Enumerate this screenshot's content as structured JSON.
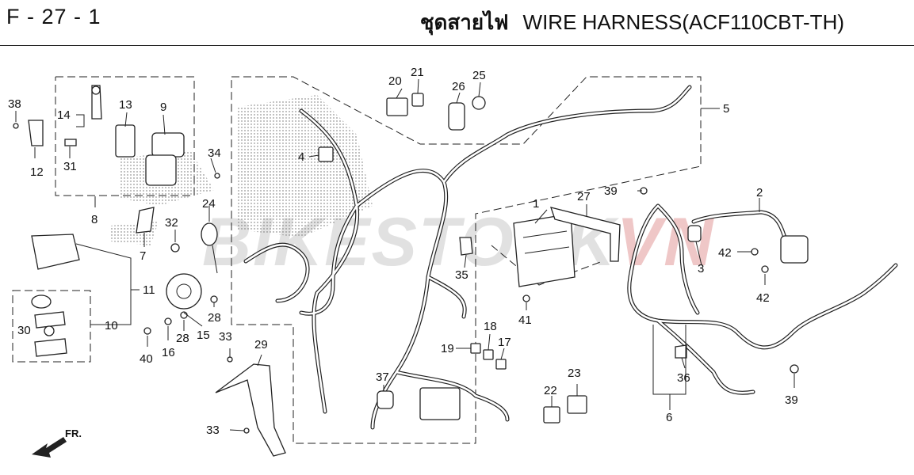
{
  "header": {
    "page_code": "F - 27 - 1",
    "title_thai": "ชุดสายไฟ",
    "title_en": "WIRE HARNESS(ACF110CBT-TH)"
  },
  "watermark": {
    "main": "BIKESTOCK",
    "suffix": "VN"
  },
  "direction_label": "FR.",
  "callouts": [
    "1",
    "2",
    "3",
    "4",
    "5",
    "6",
    "7",
    "8",
    "9",
    "10",
    "11",
    "12",
    "13",
    "14",
    "15",
    "16",
    "17",
    "18",
    "19",
    "20",
    "21",
    "22",
    "23",
    "24",
    "25",
    "26",
    "27",
    "28",
    "28",
    "29",
    "30",
    "31",
    "32",
    "33",
    "33",
    "34",
    "35",
    "36",
    "37",
    "38",
    "39",
    "39",
    "40",
    "41",
    "42",
    "42"
  ],
  "colors": {
    "ink": "#222222",
    "watermark_red": "#e29a9a",
    "watermark_gray": "#c9c9c9"
  }
}
